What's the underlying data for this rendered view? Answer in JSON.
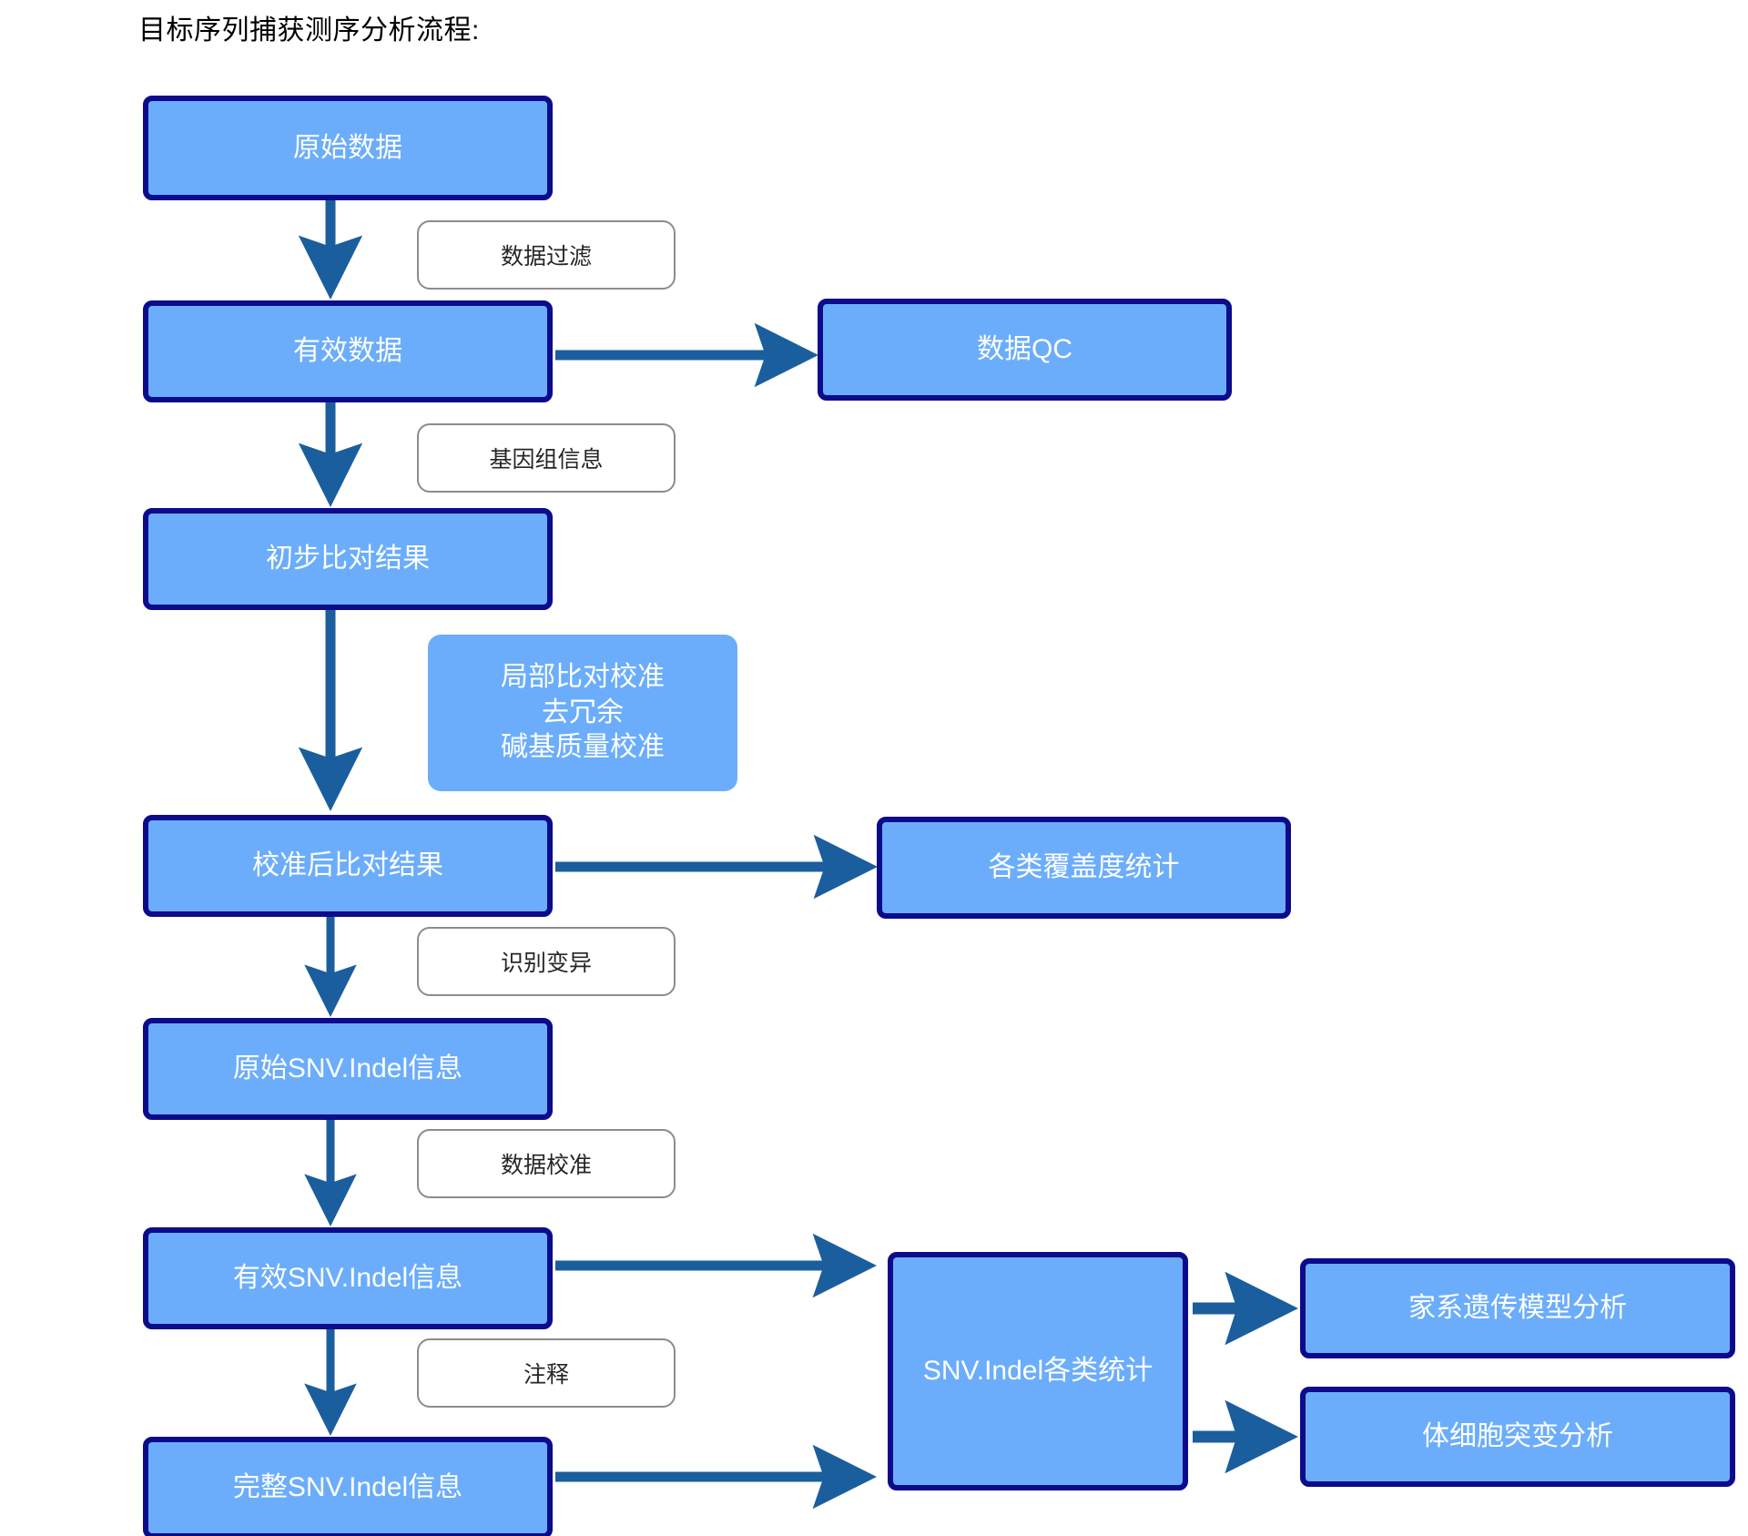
{
  "diagram": {
    "title": "目标序列捕获测序分析流程:",
    "colors": {
      "node_fill": "#6BADFB",
      "node_border": "#0B0B8C",
      "arrow": "#1B5E9E",
      "label_border": "#8C8C8C",
      "node_text": "#FFFFFF",
      "label_text": "#262626",
      "background": "#FFFFFF"
    },
    "nodes": [
      {
        "id": "raw-data",
        "label": "原始数据"
      },
      {
        "id": "clean-data",
        "label": "有效数据"
      },
      {
        "id": "data-qc",
        "label": "数据QC"
      },
      {
        "id": "initial-alignment",
        "label": "初步比对结果"
      },
      {
        "id": "recalibration-steps",
        "label": "局部比对校准\n去冗余\n碱基质量校准"
      },
      {
        "id": "calibrated-alignment",
        "label": "校准后比对结果"
      },
      {
        "id": "coverage-stats",
        "label": "各类覆盖度统计"
      },
      {
        "id": "raw-snv-indel",
        "label": "原始SNV.Indel信息"
      },
      {
        "id": "valid-snv-indel",
        "label": "有效SNV.Indel信息"
      },
      {
        "id": "full-snv-indel",
        "label": "完整SNV.Indel信息"
      },
      {
        "id": "snv-indel-stats",
        "label": "SNV.Indel各类统计"
      },
      {
        "id": "pedigree-analysis",
        "label": "家系遗传模型分析"
      },
      {
        "id": "somatic-analysis",
        "label": "体细胞突变分析"
      }
    ],
    "edge_labels": [
      {
        "id": "data-filter",
        "label": "数据过滤"
      },
      {
        "id": "genome-info",
        "label": "基因组信息"
      },
      {
        "id": "variant-calling",
        "label": "识别变异"
      },
      {
        "id": "data-calibrate",
        "label": "数据校准"
      },
      {
        "id": "annotation",
        "label": "注释"
      }
    ],
    "edges": [
      {
        "from": "raw-data",
        "to": "clean-data",
        "label": "数据过滤"
      },
      {
        "from": "clean-data",
        "to": "data-qc",
        "label": ""
      },
      {
        "from": "clean-data",
        "to": "initial-alignment",
        "label": "基因组信息"
      },
      {
        "from": "initial-alignment",
        "to": "calibrated-alignment",
        "label": "局部比对校准/去冗余/碱基质量校准"
      },
      {
        "from": "calibrated-alignment",
        "to": "coverage-stats",
        "label": ""
      },
      {
        "from": "calibrated-alignment",
        "to": "raw-snv-indel",
        "label": "识别变异"
      },
      {
        "from": "raw-snv-indel",
        "to": "valid-snv-indel",
        "label": "数据校准"
      },
      {
        "from": "valid-snv-indel",
        "to": "snv-indel-stats",
        "label": ""
      },
      {
        "from": "valid-snv-indel",
        "to": "full-snv-indel",
        "label": "注释"
      },
      {
        "from": "full-snv-indel",
        "to": "snv-indel-stats",
        "label": ""
      },
      {
        "from": "snv-indel-stats",
        "to": "pedigree-analysis",
        "label": ""
      },
      {
        "from": "snv-indel-stats",
        "to": "somatic-analysis",
        "label": ""
      }
    ]
  }
}
